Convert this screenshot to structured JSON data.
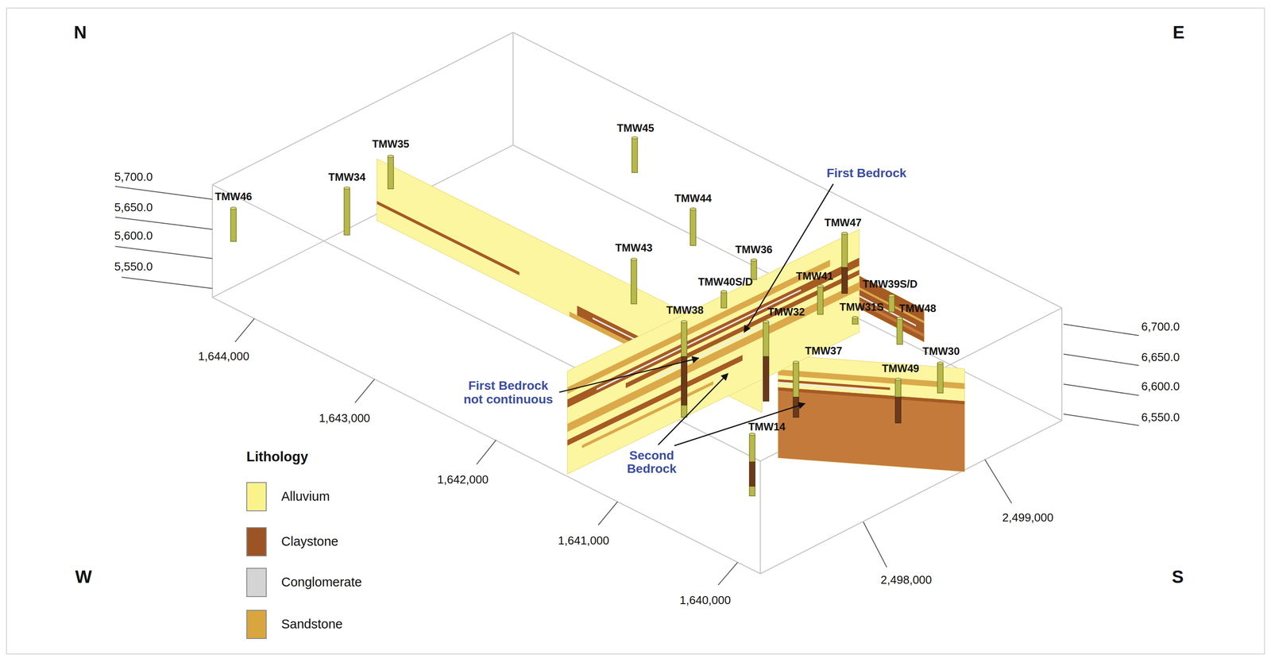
{
  "diagram": {
    "labels": [
      "N",
      "E",
      "TMW45",
      "TMW35",
      "First Bedrock",
      "5,700.0",
      "TMW46",
      "TMW34",
      "TMW44",
      "5,650.0",
      "5,600.0",
      "5,550.0",
      "TMW47",
      "TMW43",
      "TMW36",
      "TMW40S/D",
      "TMW41",
      "TMW39S/D",
      "TMW38",
      "TMW32",
      "TMW31S",
      "TMW48",
      "6,700.0",
      "1,644,000",
      "TMW37",
      "TMW30",
      "6,650.0",
      "First Bedrock not continuous",
      "TMW49",
      "6,600.0",
      "1,643,000",
      "TMW14",
      "6,550.0",
      "Second Bedrock",
      "Lithology",
      "1,642,000",
      "2,499,000",
      "1,641,000",
      "W",
      "2,498,000",
      "S",
      "1,640,000"
    ],
    "legend": [
      {
        "text": "Alluvium",
        "color": "#faf38c"
      },
      {
        "text": "Claystone",
        "color": "#9c5424"
      },
      {
        "text": "Conglomerate",
        "color": "#d4d4d4"
      },
      {
        "text": "Sandstone",
        "color": "#d8a53e"
      }
    ]
  }
}
